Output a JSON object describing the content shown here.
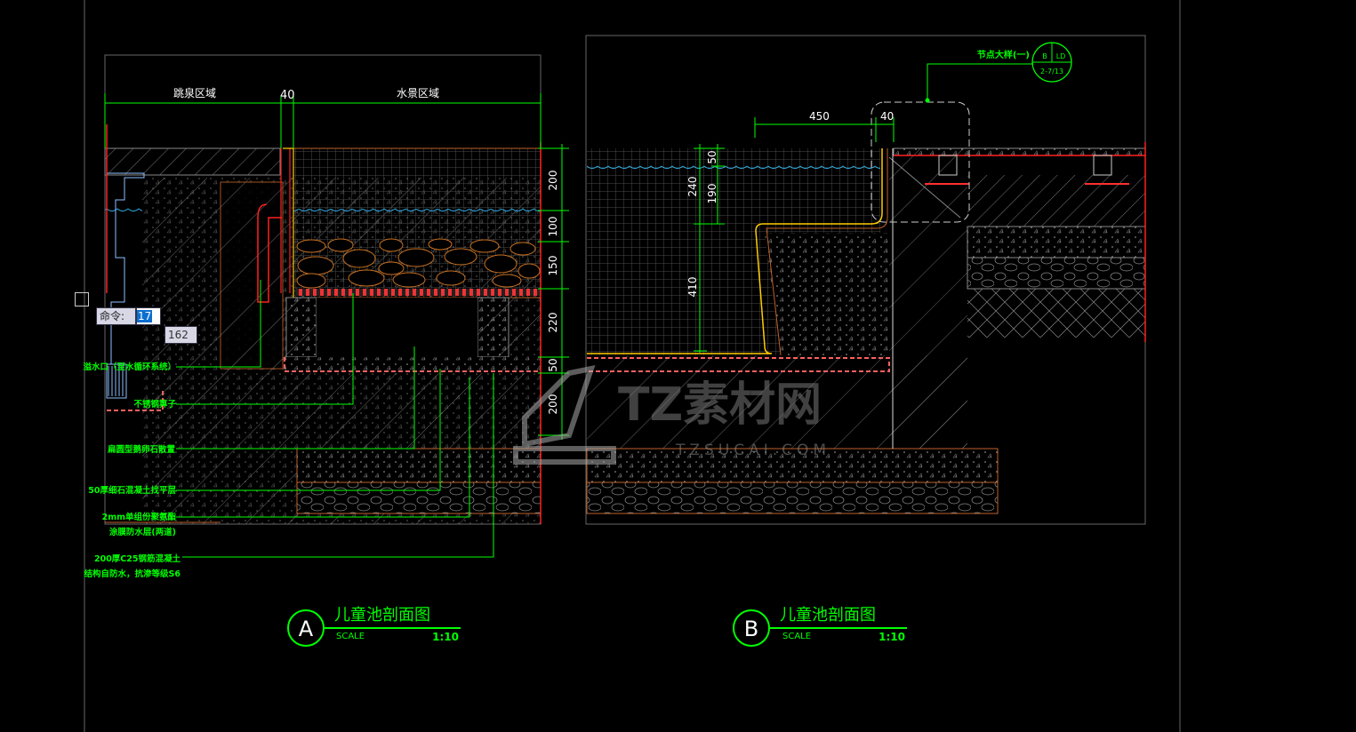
{
  "drawing_a": {
    "zone_left": "跳泉区域",
    "zone_gap": "40",
    "zone_right": "水景区域",
    "dims_vertical": [
      "200",
      "100",
      "150",
      "220",
      "50",
      "200"
    ],
    "callouts": [
      "溢水口（至水循环系统）",
      "不锈钢箅子",
      "扁圆型鹅卵石散置",
      "50厚细石混凝土找平层",
      "2mm单组份聚氨酯",
      "涂膜防水层(两道)",
      "200厚C25钢筋混凝土",
      "结构自防水，抗渗等级S6"
    ],
    "title_letter": "A",
    "title": "儿童池剖面图",
    "scale_label": "SCALE",
    "scale": "1:10"
  },
  "drawing_b": {
    "dim_450": "450",
    "dim_40": "40",
    "dims_vertical": [
      "50",
      "240",
      "190",
      "410"
    ],
    "detail_label": "节点大样(一)",
    "detail_top_left": "B",
    "detail_top_right": "LD",
    "detail_bottom": "2-7/13",
    "title_letter": "B",
    "title": "儿童池剖面图",
    "scale_label": "SCALE",
    "scale": "1:10"
  },
  "command": {
    "label": "命令:",
    "value": "17",
    "distance": "162"
  },
  "watermark": {
    "main": "TZ素材网",
    "sub": "TZSUCAI.COM"
  },
  "colors": {
    "dim": "#00ff00",
    "water": "#2fa8e0",
    "outline": "#c0602a",
    "red": "#ff2020",
    "grid": "#555555"
  }
}
